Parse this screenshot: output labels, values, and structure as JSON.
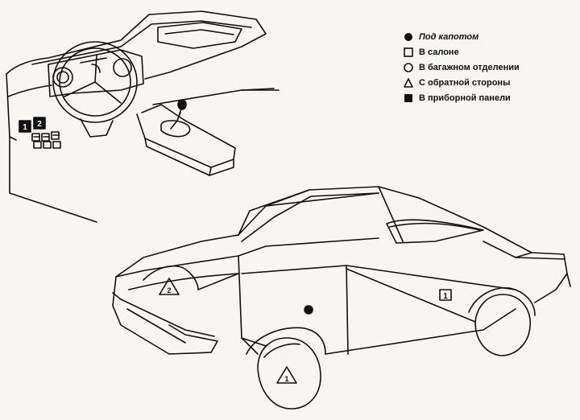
{
  "legend": {
    "items": [
      {
        "symbol": "filled-circle",
        "label": "Под капотом"
      },
      {
        "symbol": "open-square",
        "label": "В салоне"
      },
      {
        "symbol": "open-circle",
        "label": "В багажном отделении"
      },
      {
        "symbol": "open-triangle",
        "label": "С обратной стороны"
      },
      {
        "symbol": "filled-square",
        "label": "В приборной панели"
      }
    ]
  },
  "dashboard_markers": {
    "m1": "1",
    "m2": "2"
  },
  "car_markers": {
    "front_fender": "2",
    "front_wheel": "1",
    "rear_door": "1"
  },
  "colors": {
    "ink": "#111111",
    "paper": "#f7f6f3"
  }
}
